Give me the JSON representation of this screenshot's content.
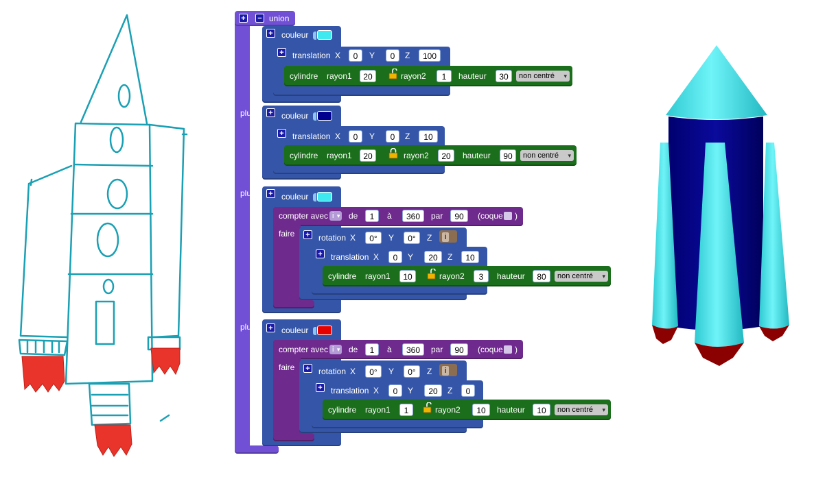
{
  "workspace": {
    "union_label": "union",
    "plus_label": "plus",
    "groups": [
      {
        "couleur_label": "couleur",
        "color": "#3fe9f0",
        "translation": {
          "label": "translation",
          "x_label": "X",
          "x": "0",
          "y_label": "Y",
          "y": "0",
          "z_label": "Z",
          "z": "100"
        },
        "cylinder": {
          "label": "cylindre",
          "r1_label": "rayon1",
          "r1": "20",
          "r2_label": "rayon2",
          "r2": "1",
          "h_label": "hauteur",
          "h": "30",
          "mode": "non centré",
          "locked": false
        }
      },
      {
        "couleur_label": "couleur",
        "color": "#00008f",
        "translation": {
          "label": "translation",
          "x_label": "X",
          "x": "0",
          "y_label": "Y",
          "y": "0",
          "z_label": "Z",
          "z": "10"
        },
        "cylinder": {
          "label": "cylindre",
          "r1_label": "rayon1",
          "r1": "20",
          "r2_label": "rayon2",
          "r2": "20",
          "h_label": "hauteur",
          "h": "90",
          "mode": "non centré",
          "locked": true
        }
      },
      {
        "couleur_label": "couleur",
        "color": "#3fe9f0",
        "loop": {
          "label": "compter avec",
          "var": "i",
          "from_label": "de",
          "from": "1",
          "to_label": "à",
          "to": "360",
          "by_label": "par",
          "by": "90",
          "shell_label": "(coque",
          "shell_close": ")",
          "do_label": "faire"
        },
        "rotation": {
          "label": "rotation",
          "x_label": "X",
          "x": "0°",
          "y_label": "Y",
          "y": "0°",
          "z_label": "Z",
          "z_var": "i"
        },
        "translation": {
          "label": "translation",
          "x_label": "X",
          "x": "0",
          "y_label": "Y",
          "y": "20",
          "z_label": "Z",
          "z": "10"
        },
        "cylinder": {
          "label": "cylindre",
          "r1_label": "rayon1",
          "r1": "10",
          "r2_label": "rayon2",
          "r2": "3",
          "h_label": "hauteur",
          "h": "80",
          "mode": "non centré",
          "locked": false
        }
      },
      {
        "couleur_label": "couleur",
        "color": "#e60000",
        "loop": {
          "label": "compter avec",
          "var": "i",
          "from_label": "de",
          "from": "1",
          "to_label": "à",
          "to": "360",
          "by_label": "par",
          "by": "90",
          "shell_label": "(coque",
          "shell_close": ")",
          "do_label": "faire"
        },
        "rotation": {
          "label": "rotation",
          "x_label": "X",
          "x": "0°",
          "y_label": "Y",
          "y": "0°",
          "z_label": "Z",
          "z_var": "i"
        },
        "translation": {
          "label": "translation",
          "x_label": "X",
          "x": "0",
          "y_label": "Y",
          "y": "20",
          "z_label": "Z",
          "z": "0"
        },
        "cylinder": {
          "label": "cylindre",
          "r1_label": "rayon1",
          "r1": "1",
          "r2_label": "rayon2",
          "r2": "10",
          "h_label": "hauteur",
          "h": "10",
          "mode": "non centré",
          "locked": false
        }
      }
    ]
  },
  "colors": {
    "union_block": "#7150d6",
    "transform_block": "#3556a8",
    "shape_block": "#1b6e1b",
    "loop_block": "#6f2a8d",
    "sketch_ink": "#1aa0b4",
    "sketch_flame": "#e8342a",
    "render_cyan": "#3fe9f0",
    "render_navy": "#00008f",
    "render_red": "#8b0000"
  }
}
